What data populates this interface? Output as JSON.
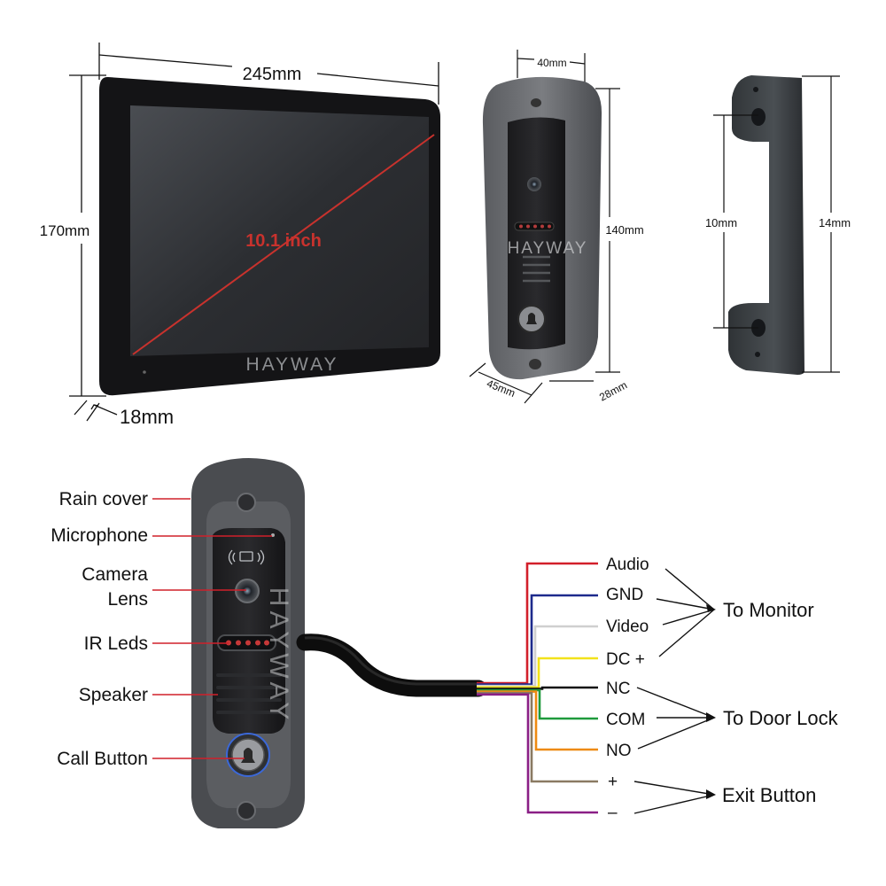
{
  "monitor": {
    "width_label": "245mm",
    "height_label": "170mm",
    "depth_label": "18mm",
    "screen_size_label": "10.1 inch",
    "watermark": "HAYWAY"
  },
  "door_station": {
    "width_label": "40mm",
    "height_label": "140mm",
    "base_width_label": "45mm",
    "depth_label": "28mm",
    "watermark": "HAYWAY"
  },
  "bracket": {
    "inner_label": "10mm",
    "outer_label": "14mm"
  },
  "parts": {
    "watermark": "HAYWAY",
    "labels": [
      "Rain cover",
      "Microphone",
      "Camera",
      "Lens",
      "IR Leds",
      "Speaker",
      "Call Button"
    ]
  },
  "wiring": {
    "wires": [
      {
        "label": "Audio",
        "color": "#d21f2a"
      },
      {
        "label": "GND",
        "color": "#1d2a8c"
      },
      {
        "label": "Video",
        "color": "#cfcfcf"
      },
      {
        "label": "DC +",
        "color": "#f2e21a"
      },
      {
        "label": "NC",
        "color": "#111111"
      },
      {
        "label": "COM",
        "color": "#1f9a3c"
      },
      {
        "label": "NO",
        "color": "#ee8a12"
      },
      {
        "label": "+",
        "color": "#8a7a62"
      },
      {
        "label": "–",
        "color": "#8a1f86"
      }
    ],
    "groups": [
      "To Monitor",
      "To Door Lock",
      "Exit Button"
    ]
  },
  "colors": {
    "label_line": "#d0202a",
    "device_body": "#3f4144",
    "screen": "#2b2d31"
  }
}
